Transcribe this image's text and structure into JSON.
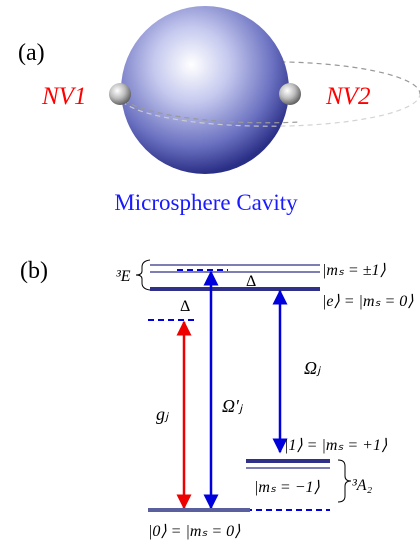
{
  "panel_a": {
    "label": "(a)",
    "nv1_label": "NV1",
    "nv2_label": "NV2",
    "caption": "Microsphere Cavity",
    "colors": {
      "nv_label": "#ff0000",
      "caption": "#1a1aff",
      "sphere_light": "#ffffff",
      "sphere_mid": "#c4c8ee",
      "sphere_dark": "#2a2f86"
    }
  },
  "panel_b": {
    "label": "(b)",
    "excited_manifold": "³E",
    "ground_manifold": "³A₂",
    "detuning_top": "Δ",
    "detuning_mid": "Δ",
    "state_pm1": "|mₛ = ±1⟩",
    "state_e": "|e⟩ = |mₛ = 0⟩",
    "state_1": "|1⟩ = |mₛ = +1⟩",
    "state_m1": "|mₛ = −1⟩",
    "state_0": "|0⟩ = |mₛ = 0⟩",
    "coupling_g": "gⱼ",
    "coupling_omega_prime": "Ω′ⱼ",
    "coupling_omega": "Ωⱼ",
    "colors": {
      "level": "#303088",
      "arrow_blue": "#0000dd",
      "arrow_red": "#ee0000",
      "dashed": "#0000dd"
    }
  }
}
